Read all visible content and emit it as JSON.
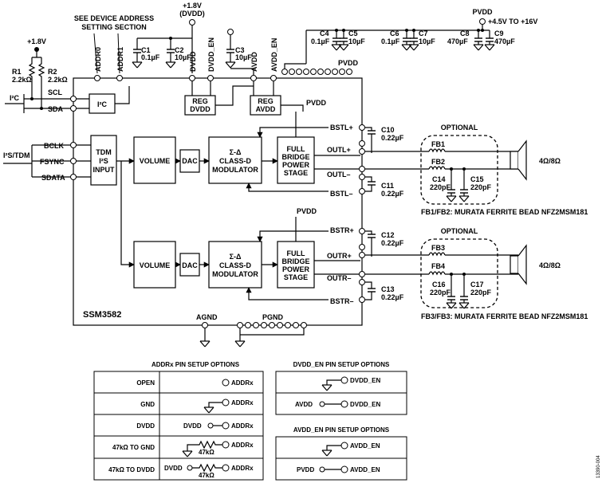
{
  "supplies": {
    "v18_left": "+1.8V",
    "v18_top": "+1.8V",
    "dvdd_paren": "(DVDD)",
    "pvdd_top": "PVDD",
    "pvdd_range": "+4.5V TO +16V"
  },
  "notes": {
    "address_line1": "SEE DEVICE ADDRESS",
    "address_line2": "SETTING SECTION",
    "chip_name": "SSM3582",
    "figure_id": "13390-004"
  },
  "components": {
    "r1": "R1",
    "r1v": "2.2kΩ",
    "r2": "R2",
    "r2v": "2.2kΩ",
    "c1": "C1",
    "c1v": "0.1µF",
    "c2": "C2",
    "c2v": "10µF",
    "c3": "C3",
    "c3v": "10µF",
    "c4": "C4",
    "c4v": "0.1µF",
    "c5": "C5",
    "c5v": "10µF",
    "c6": "C6",
    "c6v": "0.1µF",
    "c7": "C7",
    "c7v": "10µF",
    "c8": "C8",
    "c8v": "470µF",
    "c9": "C9",
    "c9v": "470µF",
    "c10": "C10",
    "c10v": "0.22µF",
    "c11": "C11",
    "c11v": "0.22µF",
    "c12": "C12",
    "c12v": "0.22µF",
    "c13": "C13",
    "c13v": "0.22µF",
    "c14": "C14",
    "c14v": "220pF",
    "c15": "C15",
    "c15v": "220pF",
    "c16": "C16",
    "c16v": "220pF",
    "c17": "C17",
    "c17v": "220pF",
    "fb1": "FB1",
    "fb2": "FB2",
    "fb3": "FB3",
    "fb4": "FB4"
  },
  "pins": {
    "addr0": "ADDR0",
    "addr1": "ADDR1",
    "dvdd": "DVDD",
    "dvdd_en": "DVDD_EN",
    "avdd": "AVDD",
    "avdd_en": "AVDD_EN",
    "pvdd": "PVDD",
    "scl": "SCL",
    "sda": "SDA",
    "bclk": "BCLK",
    "fsync": "FSYNC",
    "sdata": "SDATA",
    "bstl_p": "BSTL+",
    "outl_p": "OUTL+",
    "outl_m": "OUTL–",
    "bstl_m": "BSTL–",
    "bstr_p": "BSTR+",
    "outr_p": "OUTR+",
    "outr_m": "OUTR–",
    "bstr_m": "BSTR–",
    "agnd": "AGND",
    "pgnd": "PGND"
  },
  "buses": {
    "i2c": "I²C",
    "i2s_tdm": "I²S/TDM"
  },
  "blocks": {
    "i2c": "I²C",
    "reg_dvdd_1": "REG",
    "reg_dvdd_2": "DVDD",
    "reg_avdd_1": "REG",
    "reg_avdd_2": "AVDD",
    "pvdd_left": "PVDD",
    "pvdd_right": "PVDD",
    "tdm_1": "TDM",
    "tdm_2": "I²S",
    "tdm_3": "INPUT",
    "volume": "VOLUME",
    "dac": "DAC",
    "mod_1": "Σ-Δ",
    "mod_2": "CLASS-D",
    "mod_3": "MODULATOR",
    "fb_1": "FULL",
    "fb_2": "BRIDGE",
    "fb_3": "POWER",
    "fb_4": "STAGE"
  },
  "outputs": {
    "optional": "OPTIONAL",
    "speaker_imp": "4Ω/8Ω",
    "fb12_note": "FB1/FB2: MURATA FERRITE BEAD NFZ2MSM181",
    "fb34_note": "FB3/FB3: MURATA FERRITE BEAD NFZ2MSM181"
  },
  "addr_table": {
    "title": "ADDRx PIN SETUP OPTIONS",
    "rows": [
      "OPEN",
      "GND",
      "DVDD",
      "47kΩ TO GND",
      "47kΩ TO DVDD"
    ],
    "pin_label": "ADDRx",
    "dvdd_label": "DVDD",
    "res_label": "47kΩ"
  },
  "dvdd_en_table": {
    "title": "DVDD_EN PIN SETUP OPTIONS",
    "pin_label": "DVDD_EN",
    "avdd_label": "AVDD"
  },
  "avdd_en_table": {
    "title": "AVDD_EN PIN SETUP OPTIONS",
    "pin_label": "AVDD_EN",
    "pvdd_label": "PVDD"
  }
}
